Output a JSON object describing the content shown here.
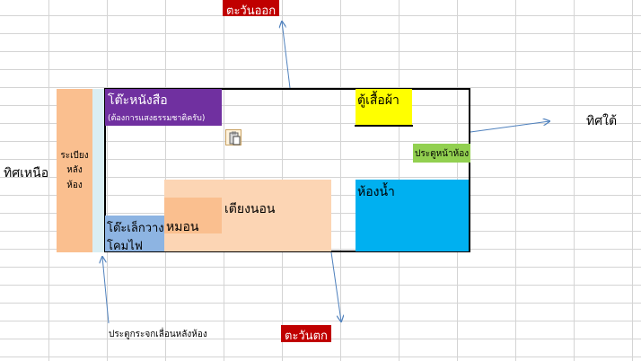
{
  "labels": {
    "east": "ตะวันออก",
    "west": "ตะวันตก",
    "north": "ทิศเหนือ",
    "south": "ทิศใต้",
    "desk": "โต๊ะหนังสือ",
    "desk_note": "(ต้องการแสงธรรมชาติครับ)",
    "wardrobe": "ตู้เสื้อผ้า",
    "front_door": "ประตูหน้าห้อง",
    "bathroom": "ห้องน้ำ",
    "bed": "เตียงนอน",
    "pillow": "หมอน",
    "side_table_1": "โต๊ะเล็กวาง",
    "side_table_2": "โคมไฟ",
    "balcony_1": "ระเบียง",
    "balcony_2": "หลัง",
    "balcony_3": "ห้อง",
    "sliding_door": "ประตูกระจกเลื่อนหลังห้อง"
  },
  "colors": {
    "desk": "#7030a0",
    "wardrobe": "#ffff00",
    "front_door": "#92d050",
    "bathroom": "#00b0f0",
    "bed": "#fcd5b4",
    "pillow": "#fabf8f",
    "side_table": "#8db4e2",
    "balcony": "#fabf8f",
    "glass_door": "#daeef3",
    "red_label": "#c00000",
    "arrow": "#4f81bd"
  },
  "icons": [
    "paste-options-icon"
  ]
}
